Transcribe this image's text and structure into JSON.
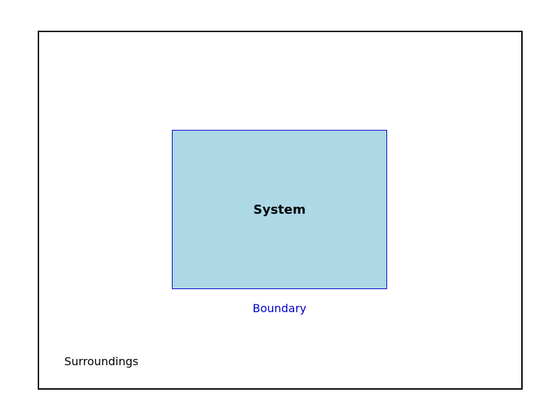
{
  "diagram": {
    "system": {
      "label": "System",
      "fill_color": "#add8e6"
    },
    "boundary": {
      "label": "Boundary",
      "color": "#0000cc"
    },
    "surroundings": {
      "label": "Surroundings",
      "border_color": "#000000"
    }
  }
}
